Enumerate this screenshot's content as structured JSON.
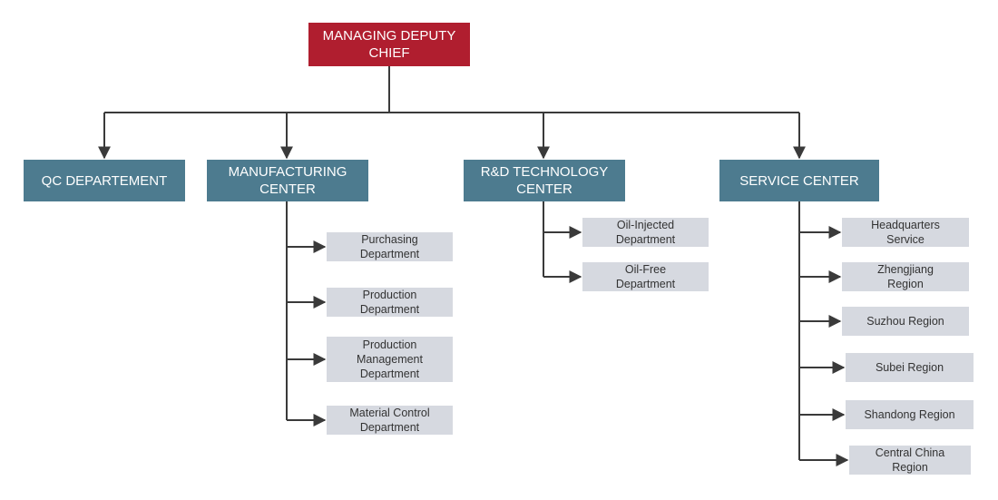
{
  "root": {
    "label": "MANAGING DEPUTY\nCHIEF"
  },
  "departments": [
    {
      "label": "QC DEPARTEMENT"
    },
    {
      "label": "MANUFACTURING\nCENTER"
    },
    {
      "label": "R&D TECHNOLOGY\nCENTER"
    },
    {
      "label": "SERVICE CENTER"
    }
  ],
  "manufacturing_units": [
    {
      "label": "Purchasing\nDepartment"
    },
    {
      "label": "Production\nDepartment"
    },
    {
      "label": "Production\nManagement\nDepartment"
    },
    {
      "label": "Material Control\nDepartment"
    }
  ],
  "rd_units": [
    {
      "label": "Oil-Injected\nDepartment"
    },
    {
      "label": "Oil-Free\nDepartment"
    }
  ],
  "service_units": [
    {
      "label": "Headquarters\nService"
    },
    {
      "label": "Zhengjiang\nRegion"
    },
    {
      "label": "Suzhou Region"
    },
    {
      "label": "Subei Region"
    },
    {
      "label": "Shandong Region"
    },
    {
      "label": "Central China\nRegion"
    }
  ],
  "colors": {
    "root": "#b01e2f",
    "department": "#4d7b8f",
    "unit": "#d6d9e0",
    "connector": "#3a3a3a"
  }
}
